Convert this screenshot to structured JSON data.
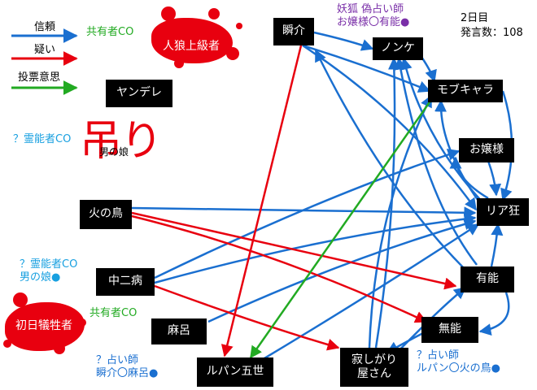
{
  "legend": {
    "trust": "信頼",
    "doubt": "疑い",
    "vote": "投票意思"
  },
  "colors": {
    "trust": "#1a6fd0",
    "doubt": "#e8000f",
    "vote": "#22aa22",
    "blood": "#e8000f"
  },
  "status": {
    "day": "2日目",
    "posts": "発言数：108"
  },
  "hanged_label": "吊り",
  "nodes": {
    "jinrou": "人狼上級者",
    "yandere": "ヤンデレ",
    "otokonoko": "男の娘",
    "shunsuke": "瞬介",
    "nonke": "ノンケ",
    "mobukyara": "モブキャラ",
    "ojousama": "お嬢様",
    "riajuu": "リア狂",
    "hinotori": "火の鳥",
    "chuunibyou": "中二病",
    "yuunou": "有能",
    "mujou": "無能",
    "shoki": "初日犠牲者",
    "maro": "麻呂",
    "lupin": "ルパン五世",
    "sabishigari_1": "寂しがり",
    "sabishigari_2": "屋さん"
  },
  "annotations": {
    "co_jinrou": "共有者CO",
    "co_shoki": "共有者CO",
    "reinou_otoko": "？霊能者CO",
    "reinou_chuuni_1": "？霊能者CO",
    "reinou_chuuni_2": "男の娘●",
    "seer_maro_1": "？占い師",
    "seer_maro_2": "瞬介〇麻呂●",
    "seer_right_1": "？占い師",
    "seer_right_2": "ルパン〇火の鳥●",
    "youko_1": "妖狐 偽占い師",
    "youko_2": "お嬢様〇有能●"
  }
}
